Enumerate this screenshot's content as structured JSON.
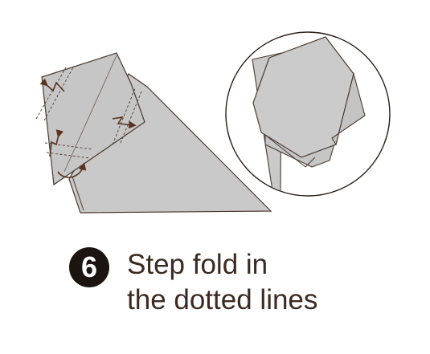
{
  "step": {
    "number": "6",
    "instruction_line1": "Step fold in",
    "instruction_line2": "the dotted lines"
  },
  "colors": {
    "paper_fill": "#c9c9c9",
    "outline": "#4a3a33",
    "arrow": "#5a3220",
    "badge": "#1c1411",
    "text": "#3a2a22"
  },
  "icons": {
    "badge": "filled-circle-number",
    "fold_arrows": [
      "step-fold-arrow",
      "step-fold-arrow",
      "step-fold-arrow",
      "curved-flip-arrow"
    ]
  }
}
